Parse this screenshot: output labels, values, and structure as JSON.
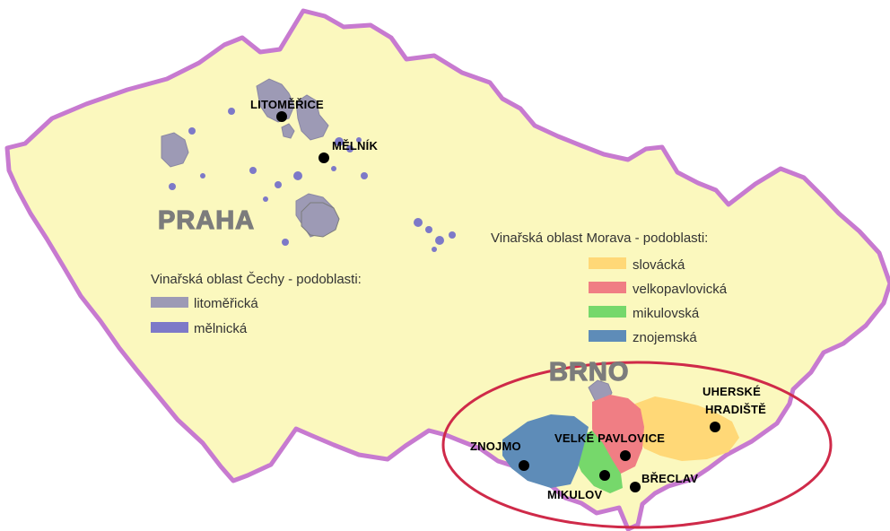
{
  "colors": {
    "country_fill": "#fbf8be",
    "border": "#c77ad0",
    "litomericka": "#9d9ab5",
    "melnicka": "#7d79c8",
    "slovacka": "#ffd877",
    "velkopavlovicka": "#f07e84",
    "mikulovska": "#76d86b",
    "znojemska": "#5e8cb8",
    "highlight_ring": "#cf2a49",
    "capital_gray": "#7c7c7c",
    "city_dot": "#000000"
  },
  "cities": {
    "praha": "PRAHA",
    "brno": "BRNO",
    "litomerice": "LITOMĚŘICE",
    "melnik": "MĚLNÍK",
    "uherske_1": "UHERSKÉ",
    "uherske_2": "HRADIŠTĚ",
    "znojmo": "ZNOJMO",
    "velke_pavlovice": "VELKÉ PAVLOVICE",
    "breclav": "BŘECLAV",
    "mikulov": "MIKULOV"
  },
  "legend_cechy": {
    "title": "Vinařská oblast Čechy - podoblasti:",
    "items": [
      {
        "label": "litoměřická",
        "color": "#9d9ab5"
      },
      {
        "label": "mělnická",
        "color": "#7d79c8"
      }
    ]
  },
  "legend_morava": {
    "title": "Vinařská oblast Morava - podoblasti:",
    "items": [
      {
        "label": "slovácká",
        "color": "#ffd877"
      },
      {
        "label": "velkopavlovická",
        "color": "#f07e84"
      },
      {
        "label": "mikulovská",
        "color": "#76d86b"
      },
      {
        "label": "znojemská",
        "color": "#5e8cb8"
      }
    ]
  }
}
